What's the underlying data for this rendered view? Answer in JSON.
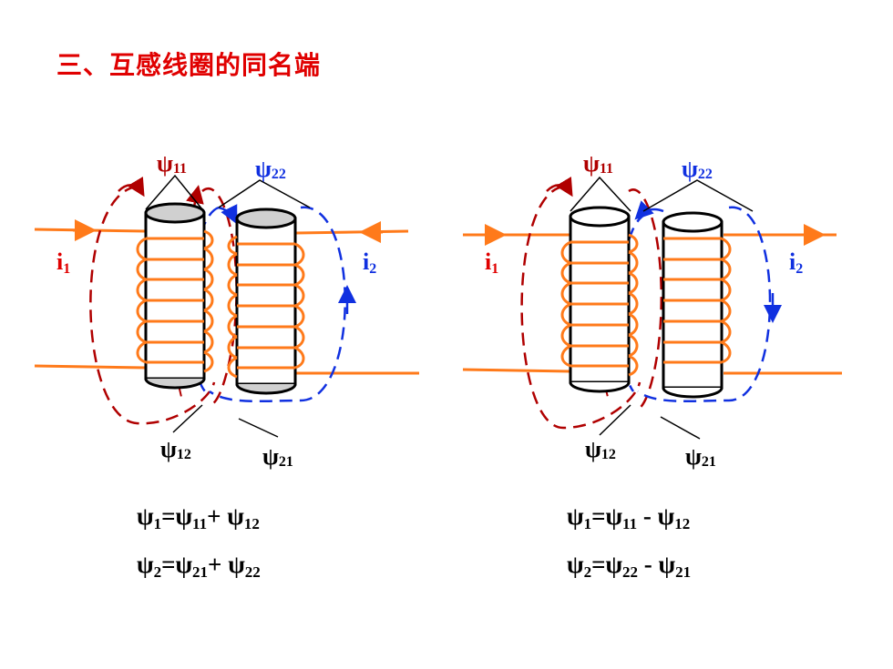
{
  "title": "三、互感线圈的同名端",
  "colors": {
    "title": "#e00000",
    "wire": "#ff7a1a",
    "coil1_flux": "#b00000",
    "coil2_flux": "#1030e0",
    "outline": "#000000",
    "cap": "#d0d0d0"
  },
  "left": {
    "flux_top_1": {
      "sym": "ψ",
      "sub": "11"
    },
    "flux_top_2": {
      "sym": "ψ",
      "sub": "22"
    },
    "current_1": {
      "sym": "i",
      "sub": "1"
    },
    "current_2": {
      "sym": "i",
      "sub": "2"
    },
    "flux_bot_1": {
      "sym": "ψ",
      "sub": "12"
    },
    "flux_bot_2": {
      "sym": "ψ",
      "sub": "21"
    },
    "eq1": {
      "a": "ψ",
      "as": "1",
      "op1": "=",
      "b": "ψ",
      "bs": "11",
      "op2": "+ ",
      "c": "ψ",
      "cs": "12"
    },
    "eq2": {
      "a": "ψ",
      "as": "2",
      "op1": "=",
      "b": "ψ",
      "bs": "21",
      "op2": "+ ",
      "c": "ψ",
      "cs": "22"
    }
  },
  "right": {
    "flux_top_1": {
      "sym": "ψ",
      "sub": "11"
    },
    "flux_top_2": {
      "sym": "ψ",
      "sub": "22"
    },
    "current_1": {
      "sym": "i",
      "sub": "1"
    },
    "current_2": {
      "sym": "i",
      "sub": "2"
    },
    "flux_bot_1": {
      "sym": "ψ",
      "sub": "12"
    },
    "flux_bot_2": {
      "sym": "ψ",
      "sub": "21"
    },
    "eq1": {
      "a": "ψ",
      "as": "1",
      "op1": "=",
      "b": "ψ",
      "bs": "11",
      "op2": " - ",
      "c": "ψ",
      "cs": "12"
    },
    "eq2": {
      "a": "ψ",
      "as": "2",
      "op1": "=",
      "b": "ψ",
      "bs": "22",
      "op2": " - ",
      "c": "ψ",
      "cs": "21"
    }
  }
}
